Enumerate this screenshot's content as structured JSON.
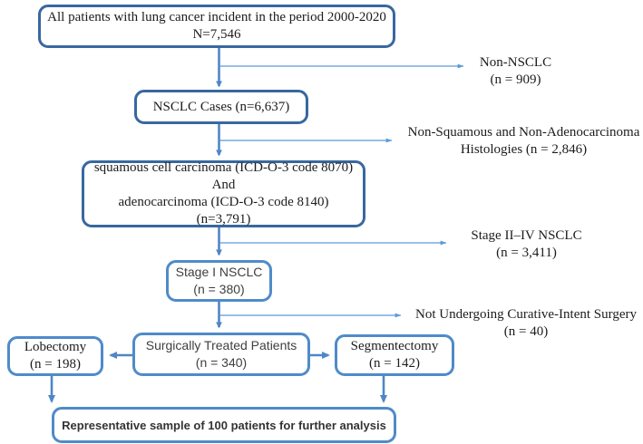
{
  "figure": {
    "type": "flowchart",
    "title": "Patient selection flow diagram, lung cancer cohort 2000-2020"
  },
  "palette": {
    "dark_box_border": "#38689f",
    "light_box_border": "#4f8bc9",
    "main_arrow": "#4f86c6",
    "branch_arrow": "#5b9bd5",
    "text": "#1c1c1c"
  },
  "nodes": {
    "all_patients": {
      "lines": [
        "All patients with lung cancer incident in the period 2000-2020",
        "N=7,546"
      ]
    },
    "nsclc_cases": {
      "lines": [
        "NSCLC Cases (n=6,637)"
      ]
    },
    "histology": {
      "lines": [
        "squamous cell carcinoma (ICD-O-3 code 8070)",
        "And",
        "adenocarcinoma (ICD-O-3 code 8140)",
        "(n=3,791)"
      ]
    },
    "stage_i": {
      "lines": [
        "Stage I NSCLC",
        "(n = 380)"
      ]
    },
    "lobectomy": {
      "lines": [
        "Lobectomy",
        "(n = 198)"
      ]
    },
    "surgically_treated": {
      "lines": [
        "Surgically Treated Patients",
        "(n = 340)"
      ]
    },
    "segmentectomy": {
      "lines": [
        "Segmentectomy",
        "(n = 142)"
      ]
    },
    "representative_sample": {
      "lines": [
        "Representative sample of 100 patients for further analysis"
      ]
    }
  },
  "exclusions": {
    "non_nsclc": {
      "lines": [
        "Non-NSCLC",
        "(n = 909)"
      ]
    },
    "non_squamous": {
      "lines": [
        "Non-Squamous and Non-Adenocarcinoma",
        "Histologies (n = 2,846)"
      ]
    },
    "stage_ii_iv": {
      "lines": [
        "Stage II–IV NSCLC",
        "(n = 3,411)"
      ]
    },
    "no_surgery": {
      "lines": [
        "Not Undergoing Curative-Intent Surgery",
        "(n = 40)"
      ]
    }
  }
}
